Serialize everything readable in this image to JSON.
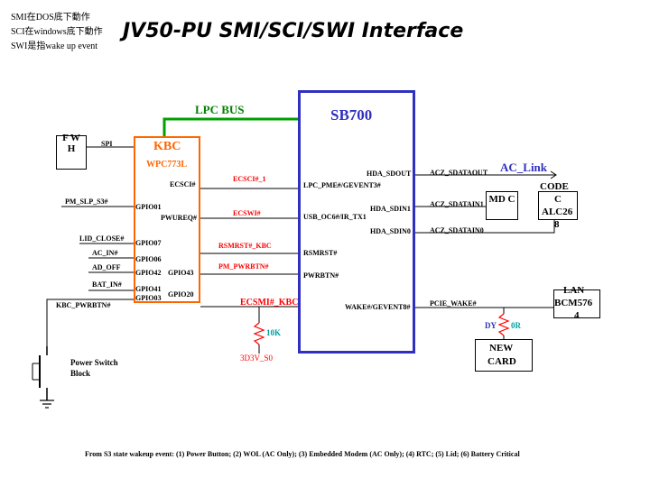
{
  "notes": [
    "SMI在DOS底下動作",
    "SCI在windows底下動作",
    "SWI是指wake up event"
  ],
  "title": "JV50-PU SMI/SCI/SWI Interface",
  "lpc_bus": "LPC BUS",
  "sb": {
    "name": "SB700",
    "left_pins": [
      "LPC_PME#/GEVENT3#",
      "USB_OC6#/IR_TX1",
      "RSMRST#",
      "PWRBTN#"
    ],
    "right_pins": [
      "HDA_SDOUT",
      "HDA_SDIN1",
      "HDA_SDIN0",
      "WAKE#/GEVENT8#"
    ]
  },
  "kbc": {
    "name": "KBC",
    "part": "WPC773L",
    "pins": [
      "ECSCI#",
      "PWUREQ#",
      "GPIO01",
      "GPIO07",
      "GPIO06",
      "GPIO42",
      "GPIO43",
      "GPIO41",
      "GPIO03",
      "GPIO20"
    ]
  },
  "fwh": {
    "label": "F W H"
  },
  "spi": "SPI",
  "nets": {
    "pm_slp_s3": "PM_SLP_S3#",
    "lid_close": "LID_CLOSE#",
    "ac_in": "AC_IN#",
    "ad_off": "AD_OFF",
    "bat_in": "BAT_IN#",
    "kbc_pwrbtn": "KBC_PWRBTN#",
    "ecsci_1": "ECSCI#_1",
    "ecswi": "ECSWI#",
    "rsmrst_kbc": "RSMRST#_KBC",
    "pm_pwrbtn": "PM_PWRBTN#",
    "ecsmi_kbc": "ECSMI#_KBC",
    "acz_sdataout": "ACZ_SDATAOUT",
    "acz_sdatain1": "ACZ_SDATAIN1",
    "acz_sdatain0": "ACZ_SDATAIN0",
    "pcie_wake": "PCIE_WAKE#"
  },
  "pullup": {
    "value": "10K",
    "rail": "3D3V_S0"
  },
  "ac_link": "AC_Link",
  "mdc": "MD C",
  "codec": {
    "line1": "CODE",
    "line2": "C",
    "line3": "ALC26",
    "line4": "8"
  },
  "lan": {
    "line1": "LAN",
    "line2": "BCM576",
    "line3": "4"
  },
  "dy": "DY",
  "zero_r": "0R",
  "new_card": {
    "line1": "NEW",
    "line2": "CARD"
  },
  "power_switch": {
    "line1": "Power Switch",
    "line2": "Block"
  },
  "footer": "From S3 state wakeup event: (1) Power Button; (2) WOL (AC Only); (3) Embedded Modem (AC Only); (4) RTC; (5) Lid; (6) Battery Critical"
}
